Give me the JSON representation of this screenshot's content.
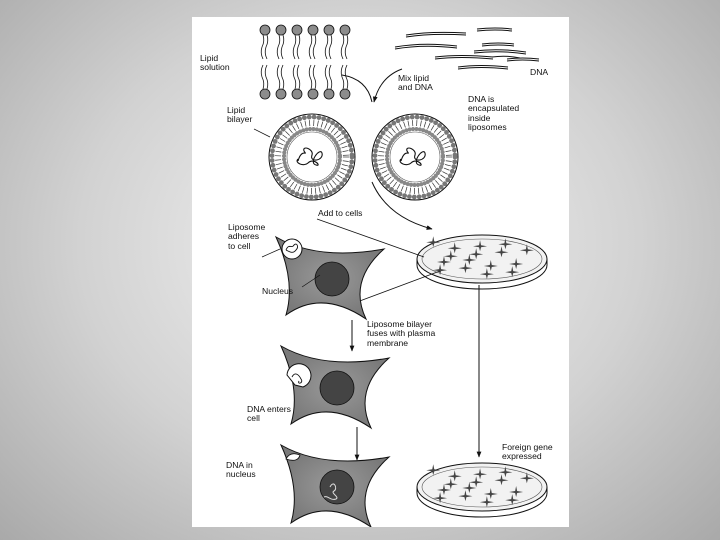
{
  "labels": {
    "lipid_solution": "Lipid\nsolution",
    "mix": "Mix lipid\nand DNA",
    "dna": "DNA",
    "lipid_bilayer": "Lipid\nbilayer",
    "dna_encapsulated": "DNA is\nencapsulated\ninside\nliposomes",
    "add_to_cells": "Add to cells",
    "liposome_adheres": "Liposome\nadheres\nto cell",
    "nucleus": "Nucleus",
    "fuses": "Liposome bilayer\nfuses with plasma\nmembrane",
    "dna_enters": "DNA enters\ncell",
    "dna_in_nucleus": "DNA in\nnucleus",
    "foreign_gene": "Foreign gene\nexpressed"
  }
}
